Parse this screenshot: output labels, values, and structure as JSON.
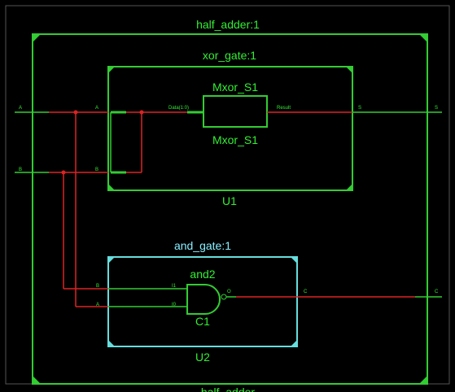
{
  "top": {
    "label": "half_adder:1",
    "bottom_label": "half_adder"
  },
  "xor": {
    "label": "xor_gate:1",
    "instance": "U1",
    "inner_label_top": "Mxor_S1",
    "inner_label_bottom": "Mxor_S1",
    "pin_data": "Data(1:0)",
    "pin_result": "Result",
    "port_a": "A",
    "port_b": "B",
    "port_s": "S"
  },
  "and": {
    "label": "and_gate:1",
    "instance": "U2",
    "gate_type": "and2",
    "gate_instance": "C1",
    "port_b": "B",
    "port_a": "A",
    "port_c": "C",
    "pin_i1": "I1",
    "pin_i0": "I0",
    "pin_o": "O"
  },
  "ports": {
    "in_a": "A",
    "in_b": "B",
    "out_s": "S",
    "out_c": "C"
  },
  "colors": {
    "background": "#000000",
    "module": "#33cc33",
    "and_module": "#66dddd",
    "wire_red": "#dd2222",
    "wire_green": "#33cc33",
    "text_green": "#33ee33",
    "text_cyan": "#88eeff"
  }
}
